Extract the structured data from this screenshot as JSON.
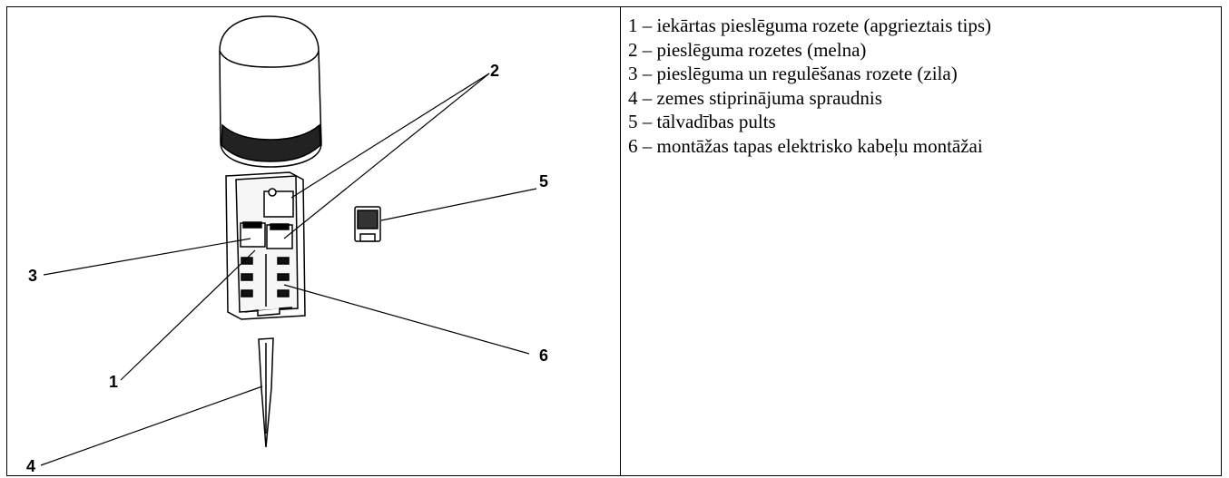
{
  "diagram": {
    "callouts": [
      "1",
      "2",
      "3",
      "4",
      "5",
      "6"
    ]
  },
  "legend": {
    "items": [
      "1 – iekārtas pieslēguma rozete (apgrieztais tips)",
      "2 – pieslēguma rozetes (melna)",
      "3 – pieslēguma un regulēšanas rozete (zila)",
      "4 – zemes stiprinājuma spraudnis",
      "5 – tālvadības pults",
      "6 – montāžas tapas elektrisko kabeļu montāžai"
    ]
  }
}
